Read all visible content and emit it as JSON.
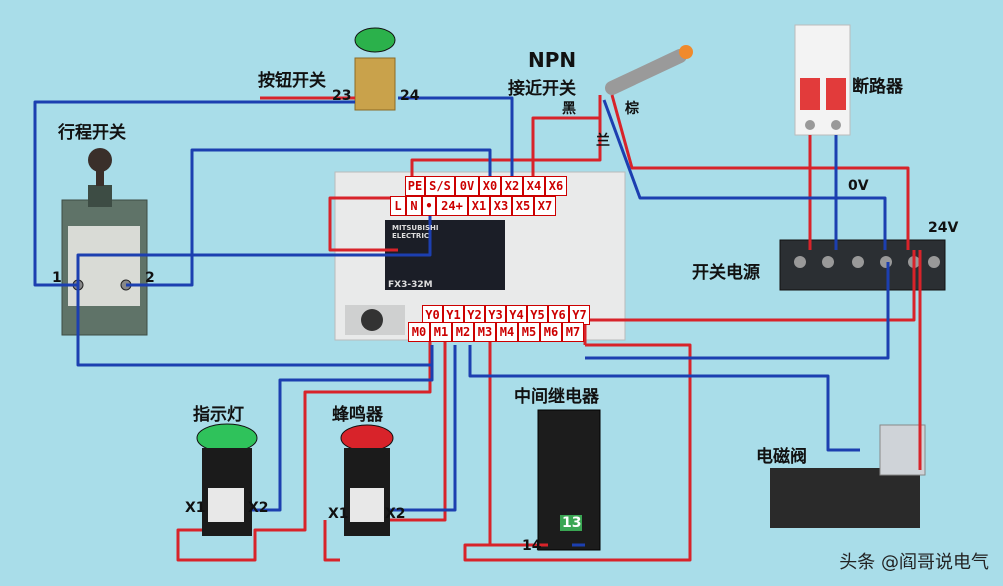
{
  "labels": {
    "button_switch": "按钮开关",
    "term_23": "23",
    "term_24": "24",
    "npn_top": "NPN",
    "npn_bottom": "接近开关",
    "wire_black": "黑",
    "wire_brown": "棕",
    "wire_blue": "兰",
    "breaker": "断路器",
    "limit_switch": "行程开关",
    "limit_1": "1",
    "limit_2": "2",
    "zero_v": "0V",
    "v24": "24V",
    "power_supply": "开关电源",
    "indicator": "指示灯",
    "buzzer": "蜂鸣器",
    "relay": "中间继电器",
    "solenoid": "电磁阀",
    "x1_a": "X1",
    "x2_a": "X2",
    "x1_b": "X1",
    "x2_b": "X2",
    "relay_14": "14",
    "relay_13": "13",
    "plc_model": "FX3-32M",
    "plc_brand": "MITSUBISHI ELECTRIC",
    "watermark": "头条 @阎哥说电气"
  },
  "plc": {
    "top_row1": [
      "PE",
      "S/S",
      "0V",
      "X0",
      "X2",
      "X4",
      "X6"
    ],
    "top_row2": [
      "L",
      "N",
      "•",
      "24+",
      "X1",
      "X3",
      "X5",
      "X7"
    ],
    "out_row1": [
      "Y0",
      "Y1",
      "Y2",
      "Y3",
      "Y4",
      "Y5",
      "Y6",
      "Y7"
    ],
    "out_row2": [
      "M0",
      "M1",
      "M2",
      "M3",
      "M4",
      "M5",
      "M6",
      "M7"
    ]
  },
  "colors": {
    "background": "#a9dde9",
    "wire_red": "#d8232a",
    "wire_blue": "#1c3fb0",
    "terminal_text": "#cc0000"
  }
}
